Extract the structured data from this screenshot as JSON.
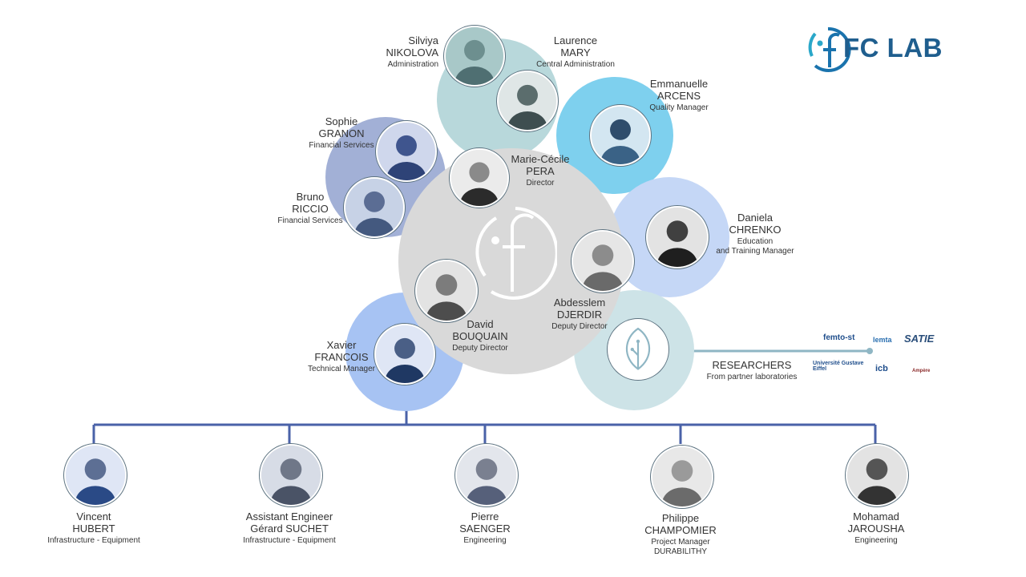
{
  "brand": {
    "name": "FC LAB"
  },
  "colors": {
    "center": "#d9d9d9",
    "teal": "#b8d8db",
    "cyan": "#7ed0ee",
    "indigo": "#a2b0d6",
    "lavender": "#c5d7f6",
    "blue": "#a7c3f3",
    "pale_teal": "#cde3e7",
    "connector": "#4a62a8"
  },
  "director": {
    "first": "Marie-Cécile",
    "last": "PERA",
    "role": "Director"
  },
  "deputies": [
    {
      "first": "David",
      "last": "BOUQUAIN",
      "role": "Deputy Director"
    },
    {
      "first": "Abdesslem",
      "last": "DJERDIR",
      "role": "Deputy Director"
    }
  ],
  "administration": [
    {
      "first": "Silviya",
      "last": "NIKOLOVA",
      "role": "Administration"
    },
    {
      "first": "Laurence",
      "last": "MARY",
      "role": "Central Administration"
    }
  ],
  "quality": {
    "first": "Emmanuelle",
    "last": "ARCENS",
    "role": "Quality Manager"
  },
  "finance": [
    {
      "first": "Sophie",
      "last": "GRANON",
      "role": "Financial Services"
    },
    {
      "first": "Bruno",
      "last": "RICCIO",
      "role": "Financial Services"
    }
  ],
  "education": {
    "first": "Daniela",
    "last": "CHRENKO",
    "role": "Education",
    "role2": "and Training Manager"
  },
  "technical": {
    "first": "Xavier",
    "last": "FRANCOIS",
    "role": "Technical Manager"
  },
  "researchers": {
    "title": "RESEARCHERS",
    "subtitle": "From partner laboratories",
    "partners": [
      "femto-st",
      "lemta",
      "SATIE",
      "Université Gustave Eiffel",
      "icb",
      "Ampère"
    ]
  },
  "team": [
    {
      "first": "Vincent",
      "last": "HUBERT",
      "role": "Infrastructure - Equipment",
      "role2": ""
    },
    {
      "first": "Assistant Engineer",
      "last": "Gérard SUCHET",
      "role": "Infrastructure - Equipment",
      "role2": ""
    },
    {
      "first": "Pierre",
      "last": "SAENGER",
      "role": "Engineering",
      "role2": ""
    },
    {
      "first": "Philippe",
      "last": "CHAMPOMIER",
      "role": "Project Manager",
      "role2": "DURABILITHY"
    },
    {
      "first": "Mohamad",
      "last": "JAROUSHA",
      "role": "Engineering",
      "role2": ""
    }
  ]
}
